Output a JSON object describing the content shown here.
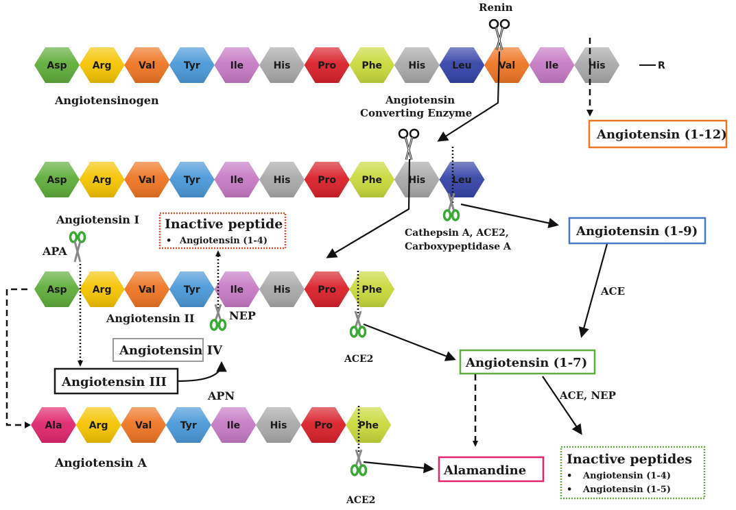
{
  "diagram": {
    "colors": {
      "Asp": "#5fad3a",
      "Arg": "#f5c400",
      "Val": "#ee7523",
      "Tyr": "#4a98d8",
      "Ile": "#c67ac4",
      "His": "#a9a9a9",
      "Pro": "#d9202a",
      "Phe": "#c9d93b",
      "Leu": "#3544a8",
      "Ala": "#e0266e"
    },
    "chains": [
      {
        "id": "angiotensinogen",
        "label": "Angiotensinogen",
        "residues": [
          "Asp",
          "Arg",
          "Val",
          "Tyr",
          "Ile",
          "His",
          "Pro",
          "Phe",
          "His",
          "Leu",
          "Val",
          "Ile",
          "His"
        ],
        "terminal": "R"
      },
      {
        "id": "angiotensin-i",
        "label": "Angiotensin I",
        "residues": [
          "Asp",
          "Arg",
          "Val",
          "Tyr",
          "Ile",
          "His",
          "Pro",
          "Phe",
          "His",
          "Leu"
        ]
      },
      {
        "id": "angiotensin-ii",
        "label": "Angiotensin II",
        "residues": [
          "Asp",
          "Arg",
          "Val",
          "Tyr",
          "Ile",
          "His",
          "Pro",
          "Phe"
        ]
      },
      {
        "id": "angiotensin-a",
        "label": "Angiotensin A",
        "residues": [
          "Ala",
          "Arg",
          "Val",
          "Tyr",
          "Ile",
          "His",
          "Pro",
          "Phe"
        ]
      }
    ],
    "enzymes": {
      "renin": "Renin",
      "ace_line1": "Angiotensin",
      "ace_line2": "Converting Enzyme",
      "cathepsin_line1": "Cathepsin A, ACE2,",
      "cathepsin_line2": "Carboxypeptidase A",
      "apa": "APA",
      "nep": "NEP",
      "ace2_upper": "ACE2",
      "ace2_lower": "ACE2",
      "apn": "APN",
      "ace": "ACE",
      "ace_nep": "ACE, NEP"
    },
    "products": {
      "ang_1_12": {
        "label": "Angiotensin (1-12)",
        "border": "#ee7523"
      },
      "ang_1_9": {
        "label": "Angiotensin (1-9)",
        "border": "#4a78c8"
      },
      "ang_1_7": {
        "label": "Angiotensin (1-7)",
        "border": "#5fad3a"
      },
      "ang_iv": {
        "label": "Angiotensin IV",
        "border": "#9a9a9a"
      },
      "ang_iii": {
        "label": "Angiotensin III",
        "border": "#1a1a1a"
      },
      "alamandine": {
        "label": "Alamandine",
        "border": "#e0266e"
      },
      "inactive_peptide": {
        "title": "Inactive peptide",
        "items": [
          "Angiotensin (1-4)"
        ],
        "border": "#d9502a"
      },
      "inactive_peptides": {
        "title": "Inactive peptides",
        "items": [
          "Angiotensin (1-4)",
          "Angiotensin (1-5)"
        ],
        "border": "#5fad3a"
      }
    }
  }
}
